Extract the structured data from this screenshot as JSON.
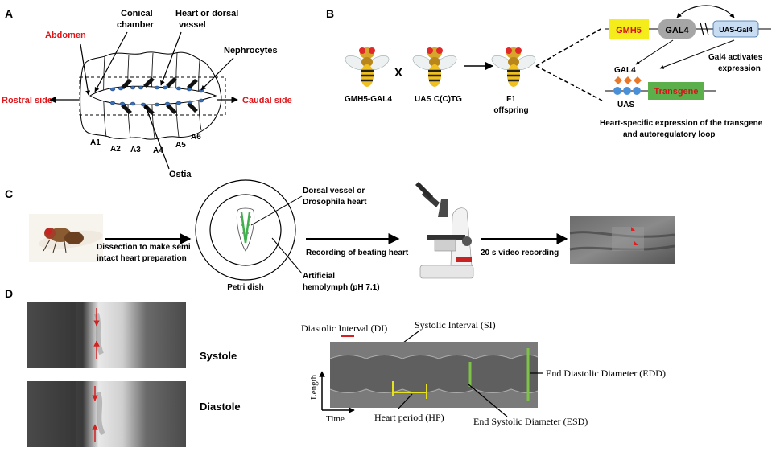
{
  "panels": {
    "a": {
      "letter": "A",
      "abdomen": "Abdomen",
      "conical": [
        "Conical",
        "chamber"
      ],
      "heart": [
        "Heart or dorsal",
        "vessel"
      ],
      "nephrocytes": "Nephrocytes",
      "rostral": "Rostral side",
      "caudal": "Caudal side",
      "segments": [
        "A1",
        "A2",
        "A3",
        "A4",
        "A5",
        "A6"
      ],
      "ostia": "Ostia"
    },
    "b": {
      "letter": "B",
      "gmh5": "GMH5",
      "gal4": "GAL4",
      "uas_gal4": "UAS-Gal4",
      "gal4_activates": [
        "Gal4 activates",
        "expression"
      ],
      "cross": "X",
      "gal4_label": "GAL4",
      "uas_label": "UAS",
      "transgene": "Transgene",
      "parent1": "GMH5-GAL4",
      "parent2": "UAS C(C)TG",
      "f1": [
        "F1",
        "offspring"
      ],
      "heart_specific": [
        "Heart-specific expression of the transgene",
        "and autoregulatory loop"
      ]
    },
    "c": {
      "letter": "C",
      "dissection": [
        "Dissection to make semi",
        "intact heart preparation"
      ],
      "petri": "Petri dish",
      "dorsal_vessel": [
        "Dorsal vessel or",
        "Drosophila heart"
      ],
      "recording": "Recording of beating heart",
      "artificial": [
        "Artificial",
        "hemolymph  (pH 7.1)"
      ],
      "video": "20 s video recording"
    },
    "d": {
      "letter": "D",
      "systole": "Systole",
      "diastole": "Diastole",
      "di": "Diastolic Interval (DI)",
      "si": "Systolic Interval (SI)",
      "edd": "End Diastolic Diameter (EDD)",
      "length": "Length",
      "time": "Time",
      "hp": "Heart period (HP)",
      "esd": "End Systolic Diameter (ESD)"
    }
  },
  "colors": {
    "red_label": "#e0161b",
    "gmh5_fill": "#f5ec1c",
    "gmh5_text": "#d7131b",
    "gal4_fill": "#a6a6a6",
    "uas_fill": "#c8dcf2",
    "transgene_fill": "#5cb04c",
    "diamond": "#e8782a",
    "circle": "#4a90d9",
    "green_line": "#7ec24a",
    "yellow_line": "#e8e21e",
    "kymo_red": "#d42020"
  }
}
